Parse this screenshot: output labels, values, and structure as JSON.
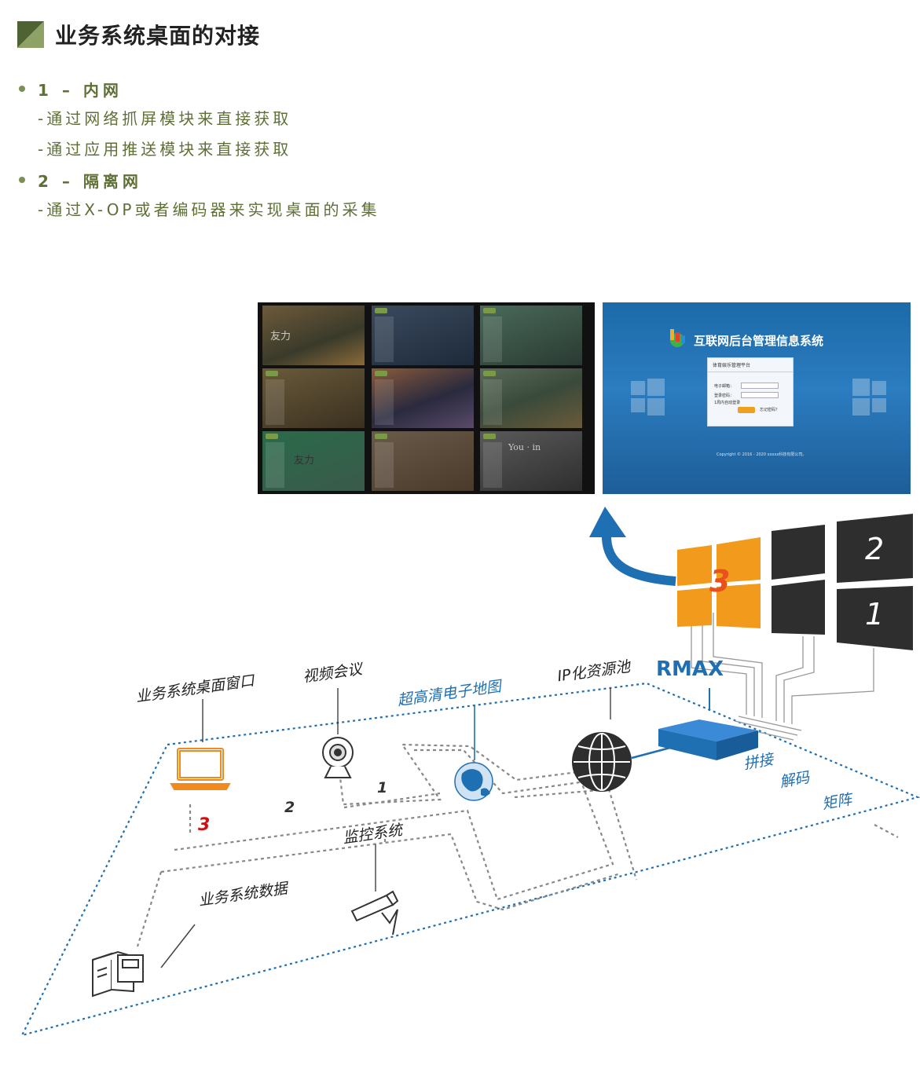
{
  "header": {
    "title": "业务系统桌面的对接"
  },
  "bullets": [
    {
      "label": "1 – 内网",
      "subs": [
        "-通过网络抓屏模块来直接获取",
        "-通过应用推送模块来直接获取"
      ]
    },
    {
      "label": "2 – 隔离网",
      "subs": [
        "-通过X-OP或者编码器来实现桌面的采集"
      ]
    }
  ],
  "screens": {
    "wall_text_1": "友力",
    "wall_text_2": "友力",
    "wall_text_3": "You · in",
    "login": {
      "title": "互联网后台管理信息系统",
      "box_title": "体育娱乐管理平台",
      "field_1": "电子邮箱：",
      "field_2": "登录密码：",
      "remember": "1周内自动登录",
      "forgot": "忘记密码？",
      "copyright": "Copyright © 2016 - 2020 xxxxx科技有限公司。"
    }
  },
  "diagram": {
    "labels": {
      "desktop_window": "业务系统桌面窗口",
      "video_conf": "视频会议",
      "map": "超高清电子地图",
      "ip_pool": "IP化资源池",
      "rmax": "RMAX",
      "splice": "拼接",
      "decode": "解码",
      "matrix": "矩阵",
      "monitoring": "监控系统",
      "business_data": "业务系统数据"
    },
    "path_numbers": {
      "p1": "1",
      "p2": "2",
      "p3": "3"
    },
    "videowall_numbers": {
      "w1": "1",
      "w2": "2",
      "w3": "3"
    }
  },
  "colors": {
    "accent_green": "#5e7035",
    "diagram_blue": "#1f6fb3",
    "orange": "#f29a1c",
    "dark_panel": "#2e2e2e",
    "red_number": "#d01010"
  },
  "icons": [
    "header-square-icon",
    "laptop-icon",
    "webcam-icon",
    "globe-map-icon",
    "network-globe-icon",
    "rmax-device-icon",
    "cctv-camera-icon",
    "server-icon",
    "curved-arrow-icon"
  ]
}
